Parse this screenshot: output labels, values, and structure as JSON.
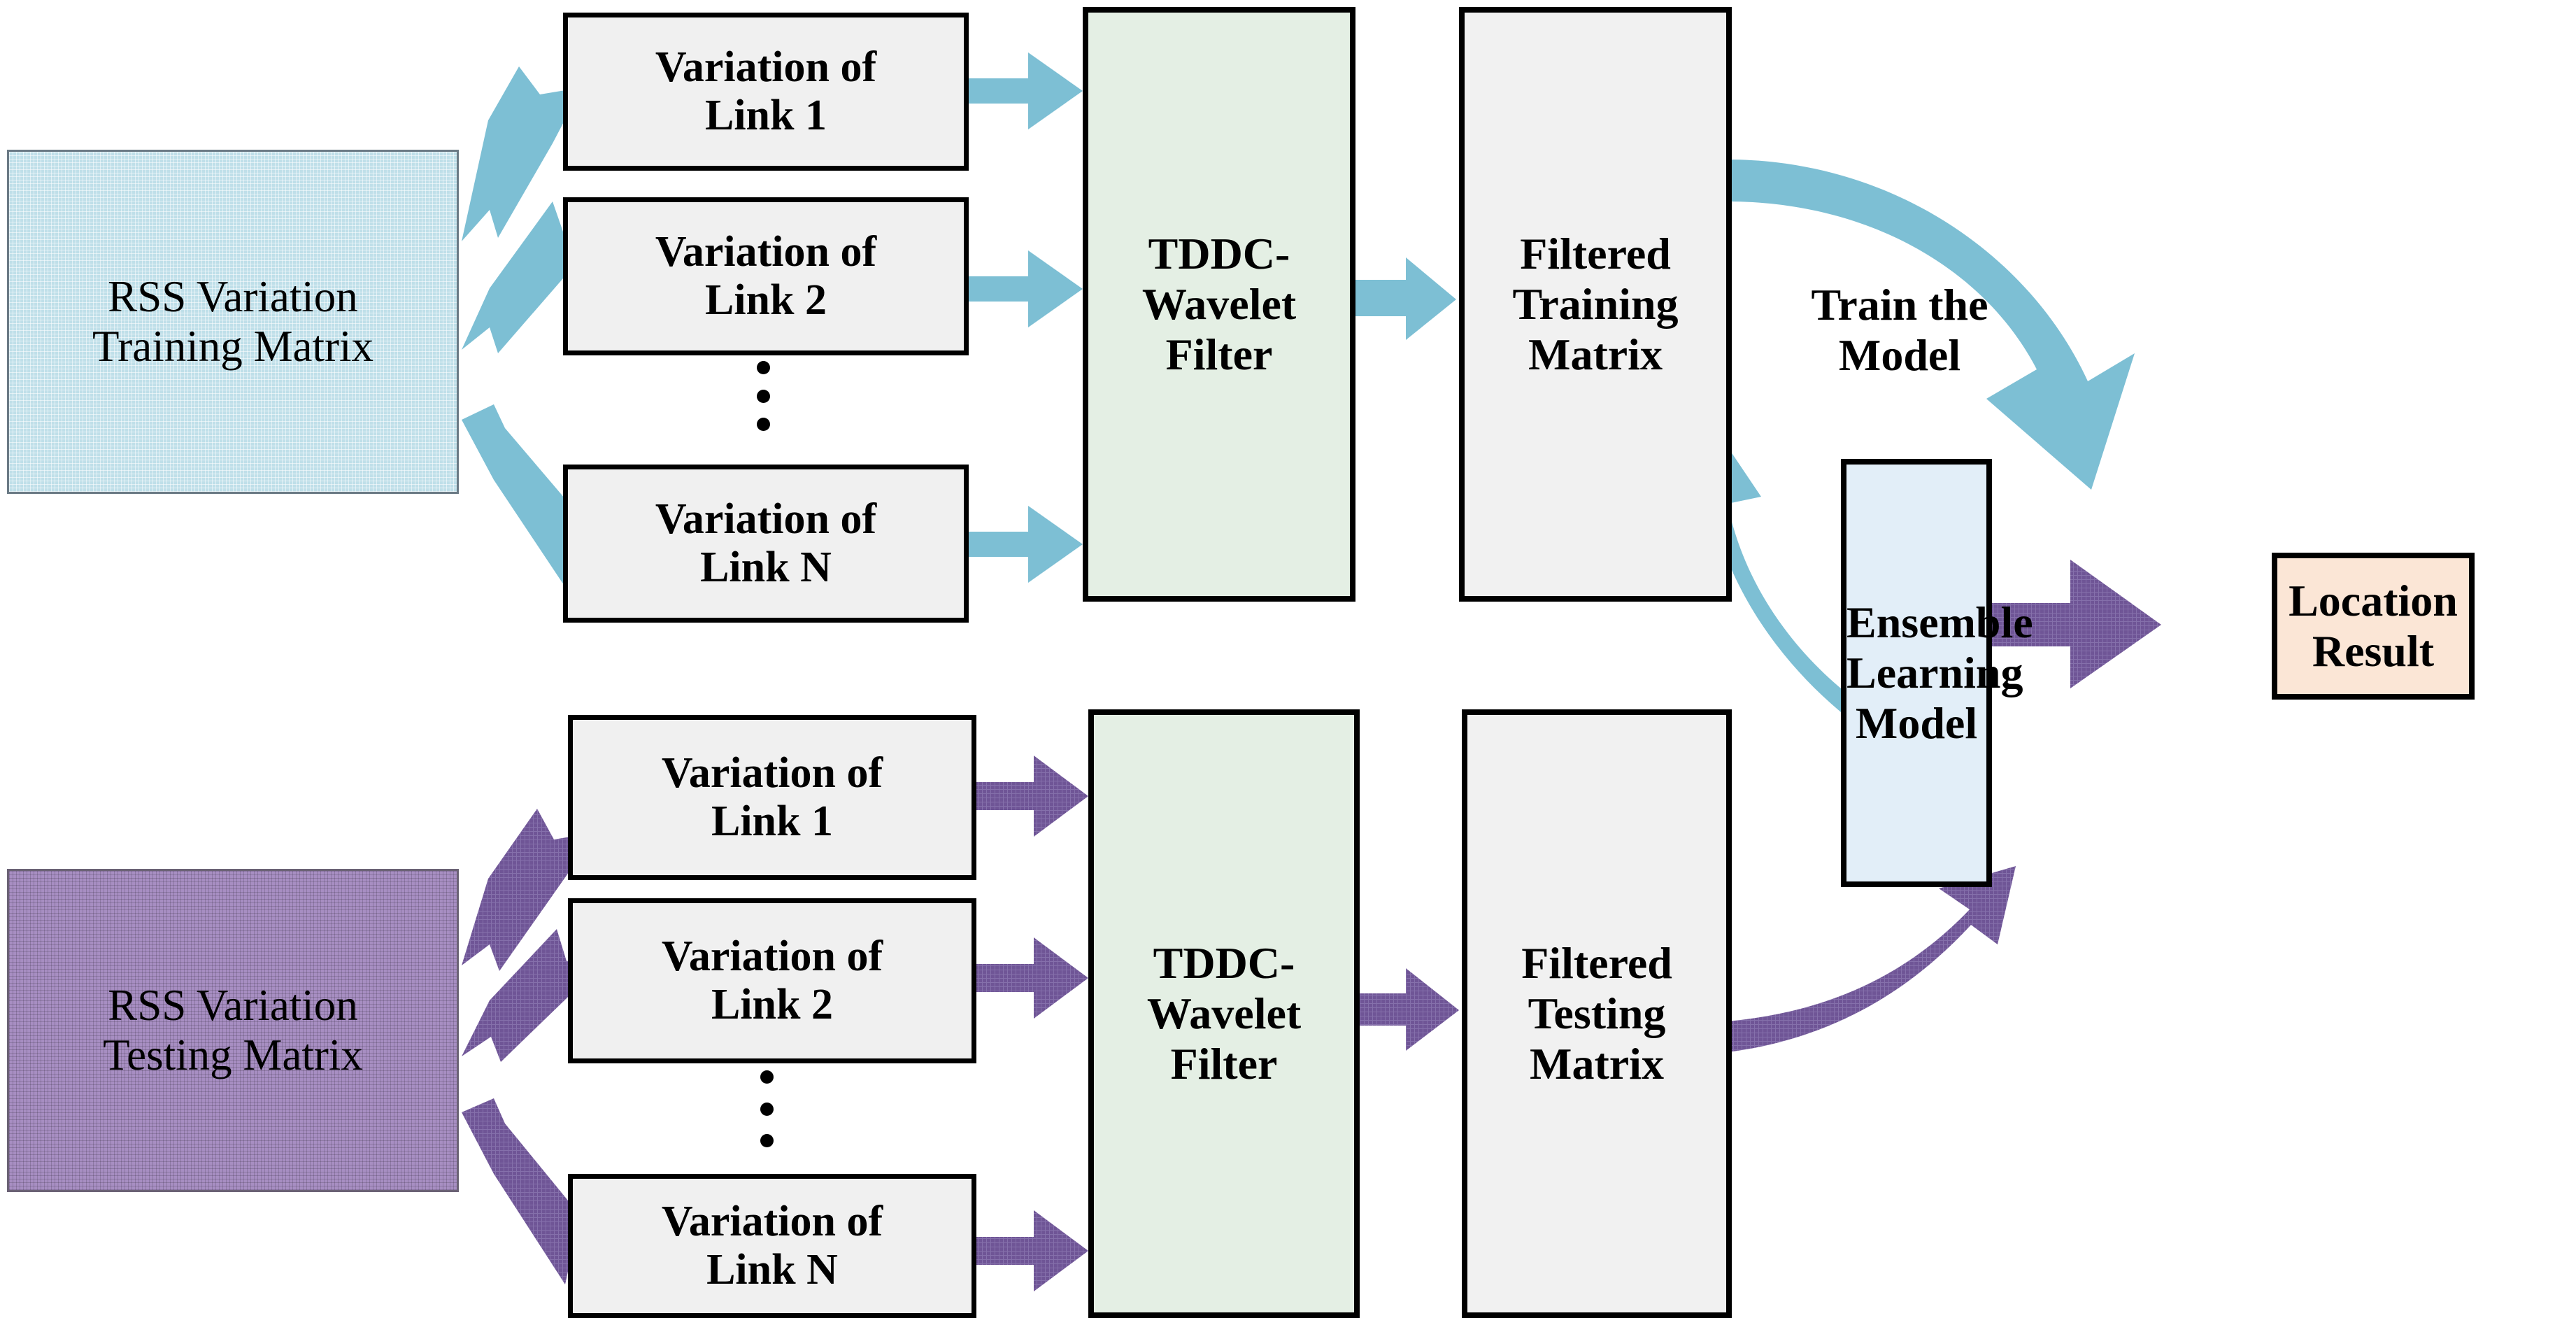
{
  "diagram": {
    "title": "RSS Variation Localization Pipeline",
    "colors": {
      "training_matrix_fill": "#bfdfe9",
      "testing_matrix_fill": "#a78ec2",
      "link_box_fill": "#f0f0f0",
      "filter_fill": "#e4efe4",
      "filtered_matrix_fill": "#f1f1f1",
      "model_fill": "#e2eef8",
      "result_fill": "#fbe6d6",
      "training_arrow": "#7dbfd4",
      "testing_arrow": "#6f5596",
      "border": "#000000"
    },
    "training_branch": {
      "source": "RSS Variation\nTraining Matrix",
      "source_line1": "RSS Variation",
      "source_line2": "Training Matrix",
      "links": [
        {
          "line1": "Variation of",
          "line2": "Link 1"
        },
        {
          "line1": "Variation of",
          "line2": "Link 2"
        },
        {
          "line1": "Variation of",
          "line2": "Link N"
        }
      ],
      "ellipsis": "vertical-dots",
      "filter_line1": "TDDC-",
      "filter_line2": "Wavelet",
      "filter_line3": "Filter",
      "filtered_line1": "Filtered",
      "filtered_line2": "Training",
      "filtered_line3": "Matrix"
    },
    "testing_branch": {
      "source_line1": "RSS Variation",
      "source_line2": "Testing Matrix",
      "links": [
        {
          "line1": "Variation of",
          "line2": "Link 1"
        },
        {
          "line1": "Variation of",
          "line2": "Link 2"
        },
        {
          "line1": "Variation of",
          "line2": "Link N"
        }
      ],
      "ellipsis": "vertical-dots",
      "filter_line1": "TDDC-",
      "filter_line2": "Wavelet",
      "filter_line3": "Filter",
      "filtered_line1": "Filtered",
      "filtered_line2": "Testing",
      "filtered_line3": "Matrix"
    },
    "model": {
      "line1": "Ensemble",
      "line2": "Learning",
      "line3": "Model"
    },
    "result": {
      "line1": "Location",
      "line2": "Result"
    },
    "annotations": {
      "train_the_model_line1": "Train the",
      "train_the_model_line2": "Model"
    }
  }
}
